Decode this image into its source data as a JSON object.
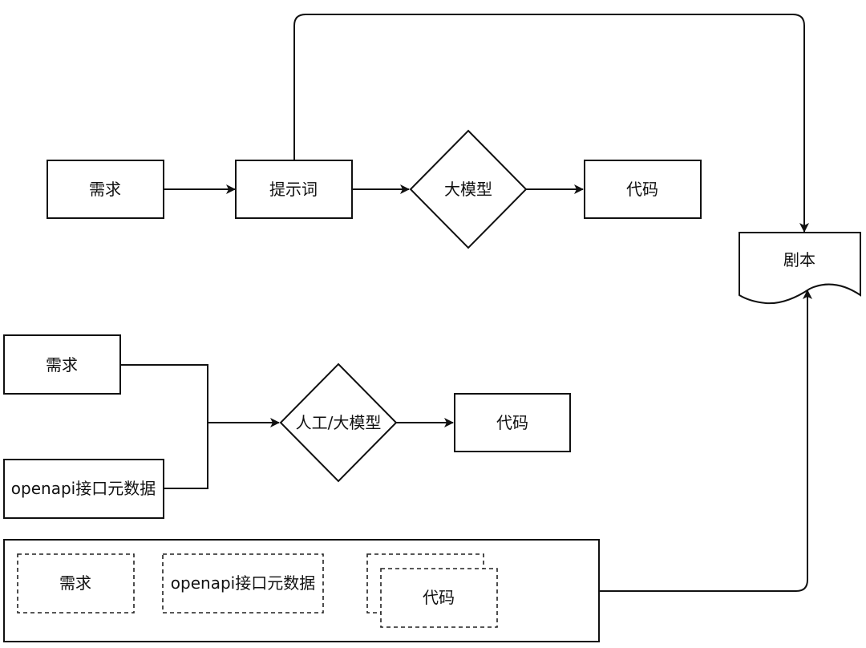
{
  "diagram": {
    "top_flow": {
      "requirement": "需求",
      "prompt": "提示词",
      "llm": "大模型",
      "code": "代码"
    },
    "script": "剧本",
    "middle_flow": {
      "requirement": "需求",
      "openapi_metadata": "openapi接口元数据",
      "decision": "人工/大模型",
      "code": "代码"
    },
    "bottom_group": {
      "requirement": "需求",
      "openapi_metadata": "openapi接口元数据",
      "code": "代码"
    },
    "colors": {
      "stroke": "#111111",
      "background": "#ffffff"
    }
  }
}
